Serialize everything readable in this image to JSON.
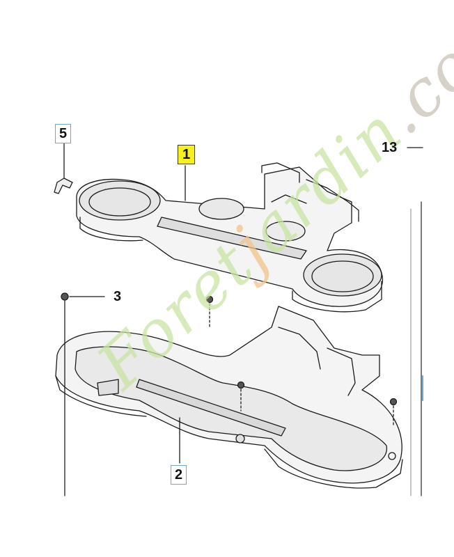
{
  "callouts": {
    "part1": "1",
    "part2": "2",
    "part3": "3",
    "part5": "5",
    "part13": "13"
  },
  "watermark": {
    "part_a": "Foret",
    "part_b": "j",
    "part_c": "ardin",
    "part_d": ".com"
  },
  "colors": {
    "highlight": "#f5f01e",
    "callout_border": "#6fa8c8",
    "watermark_green": "#c9e4a3",
    "watermark_orange": "#f0c58a",
    "watermark_gray": "#c9c2b8"
  }
}
